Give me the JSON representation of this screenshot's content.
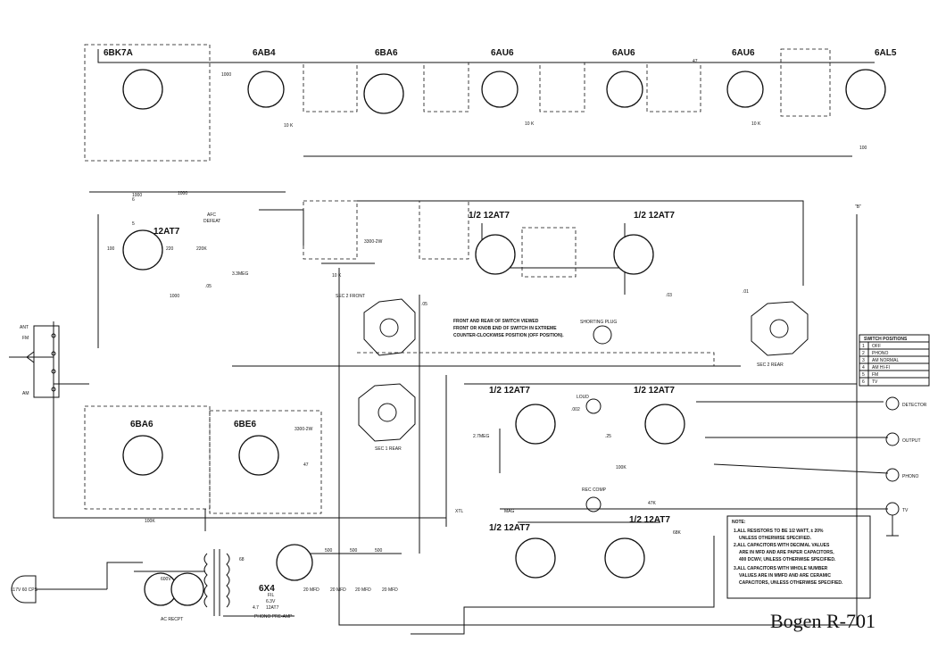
{
  "title": "Bogen R-701",
  "tubes": {
    "t1": "6BK7A",
    "t2": "6AB4",
    "t3": "6BA6",
    "t4": "6AU6",
    "t5": "6AU6",
    "t6": "6AU6",
    "t7": "6AL5",
    "t8": "12AT7",
    "t9": "1/2 12AT7",
    "t10": "1/2 12AT7",
    "t11": "6BA6",
    "t12": "6BE6",
    "t13": "1/2 12AT7",
    "t14": "1/2 12AT7",
    "t15": "1/2 12AT7",
    "t16": "1/2 12AT7",
    "t17": "6X4"
  },
  "labels": {
    "ant": "ANT",
    "fm": "FM",
    "am": "AM",
    "afc": "AFC",
    "defeat": "DEFEAT",
    "b_plus": "\"B\"",
    "sec2_front": "SEC 2 FRONT",
    "sec2_rear": "SEC 2 REAR",
    "sec1_rear": "SEC 1 REAR",
    "shorting_plug": "SHORTING PLUG",
    "loud": "LOUD",
    "rec_comp": "REC COMP",
    "xtl": "XTL",
    "mag": "MAG",
    "ac_recpt": "AC RECPT",
    "line": "117V 60 CPS",
    "fil": "FIL",
    "fil_v": "6.3V",
    "phono_preamp": "PHONO PRE-AMP",
    "preamp_tube": "12AT7",
    "preamp_v": "4.7"
  },
  "switch_note": [
    "FRONT AND REAR OF SWITCH VIEWED",
    "FRONT OR KNOB END OF SWITCH IN EXTREME",
    "COUNTER-CLOCKWISE POSITION (OFF POSITION)."
  ],
  "switch_positions": {
    "header": "SWITCH POSITIONS",
    "rows": [
      [
        "1",
        "OFF"
      ],
      [
        "2",
        "PHONO"
      ],
      [
        "3",
        "AM NORMAL"
      ],
      [
        "4",
        "AM HI-FI"
      ],
      [
        "5",
        "FM"
      ],
      [
        "6",
        "TV"
      ]
    ]
  },
  "outputs": [
    "DETECTOR",
    "OUTPUT",
    "PHONO",
    "TV"
  ],
  "note": {
    "header": "NOTE:",
    "lines": [
      "1.ALL RESISTORS TO BE 1/2 WATT, ± 20%",
      "UNLESS OTHERWISE SPECIFIED.",
      "2.ALL CAPACITORS WITH DECIMAL VALUES",
      "ARE IN MFD AND ARE PAPER CAPACITORS,",
      "400 DCWV, UNLESS OTHERWISE SPECIFIED.",
      "3.ALL CAPACITORS WITH WHOLE NUMBER",
      "VALUES ARE IN MMFD AND ARE CERAMIC",
      "CAPACITORS, UNLESS OTHERWISE SPECIFIED."
    ]
  },
  "values": {
    "v1000a": "1000",
    "v1000b": "1000",
    "v1000c": "1000",
    "v1000d": "1000",
    "v10k1": "10 K",
    "v10k2": "10 K",
    "v10k3": "10 K",
    "v10k4": "10 K",
    "v47a": "47",
    "v47b": "47",
    "v100a": "100",
    "v100b": "100",
    "v100k": "100K",
    "v220": "220",
    "v220k": "220K",
    "v3300": "3300-2W",
    "v3300b": "3300-2W",
    "v33meg": "3.3MEG",
    "v05a": ".05",
    "v05b": ".05",
    "v03": ".03",
    "v01a": ".01",
    "v002": ".002",
    "v25": ".25",
    "v6": "6",
    "v68k": "68K",
    "v47k": "47K",
    "v20mfd1": "20 MFD",
    "v20mfd2": "20 MFD",
    "v20mfd3": "20 MFD",
    "v20mfd4": "20 MFD",
    "v500a": "500",
    "v500b": "500",
    "v500c": "500",
    "v600v": "600V",
    "v68": "68",
    "v5": "5",
    "v27meg": "2.7MEG",
    "v100k2": "100K"
  }
}
